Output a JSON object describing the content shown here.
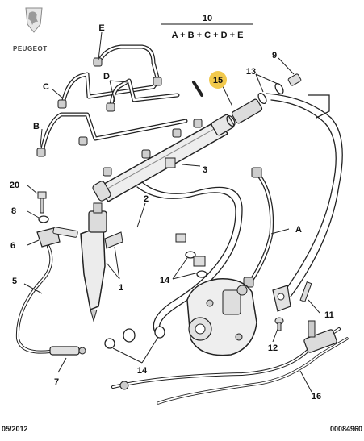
{
  "brand": {
    "name": "PEUGEOT",
    "logo_icon": "peugeot-lion-logo"
  },
  "formula": {
    "number": "10",
    "expression": "A + B + C + D + E"
  },
  "callouts": {
    "c1": "1",
    "c2": "2",
    "c3": "3",
    "c5": "5",
    "c6": "6",
    "c7": "7",
    "c8": "8",
    "c9": "9",
    "c11": "11",
    "c12": "12",
    "c13": "13",
    "c14a": "14",
    "c14b": "14",
    "c15": "15",
    "c16": "16",
    "c20": "20",
    "cA": "A",
    "cB": "B",
    "cC": "C",
    "cD": "D",
    "cE": "E"
  },
  "footer": {
    "date": "05/2012",
    "ref": "00084960"
  },
  "colors": {
    "highlight": "#f2c94c",
    "line": "#222222",
    "light": "#9a9a9a"
  }
}
